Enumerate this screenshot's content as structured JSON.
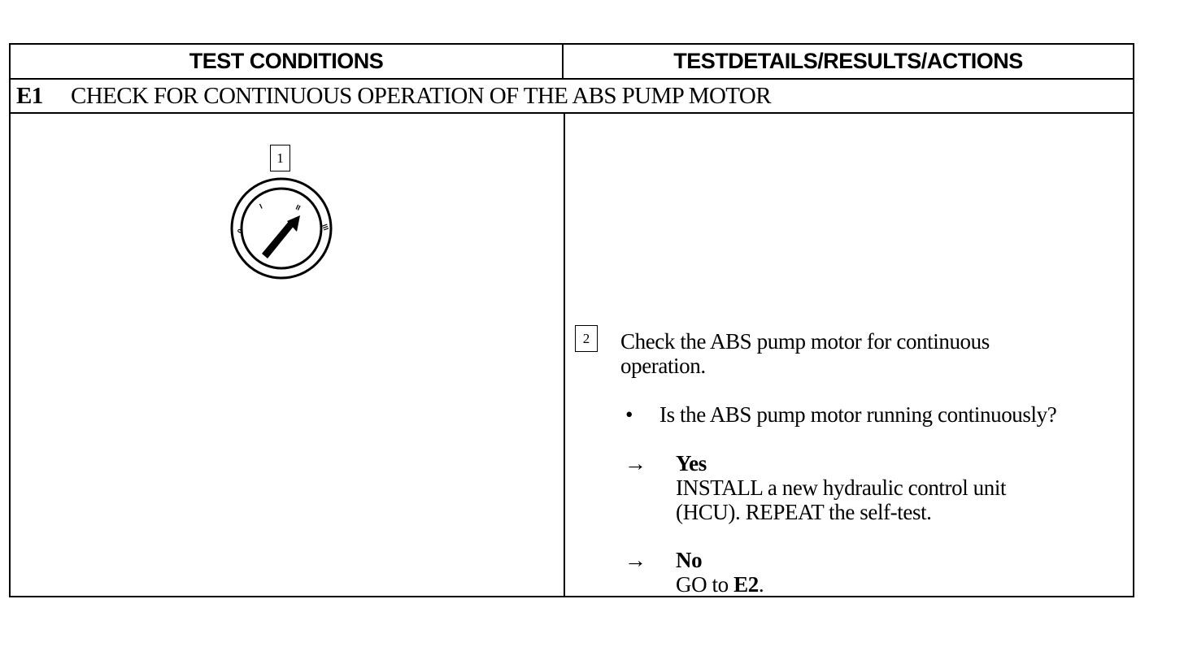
{
  "header": {
    "left": "TEST CONDITIONS",
    "right": "TESTDETAILS/RESULTS/ACTIONS"
  },
  "section": {
    "id": "E1",
    "title": "CHECK FOR CONTINUOUS OPERATION OF THE ABS PUMP MOTOR"
  },
  "left": {
    "step_number": "1",
    "icon": "ignition-switch-icon",
    "dial_labels": [
      "0",
      "I",
      "II",
      "III"
    ]
  },
  "right": {
    "step_number": "2",
    "instruction_line1": "Check the ABS pump motor for continuous",
    "instruction_line2": "operation.",
    "bullet": "•",
    "question": "Is the ABS pump motor running continuously?",
    "arrow": "→",
    "yes_label": "Yes",
    "yes_line1": "INSTALL a new hydraulic control unit",
    "yes_line2": "(HCU). REPEAT the self-test.",
    "no_label": "No",
    "no_text": "GO to ",
    "no_target": "E2",
    "no_period": "."
  }
}
